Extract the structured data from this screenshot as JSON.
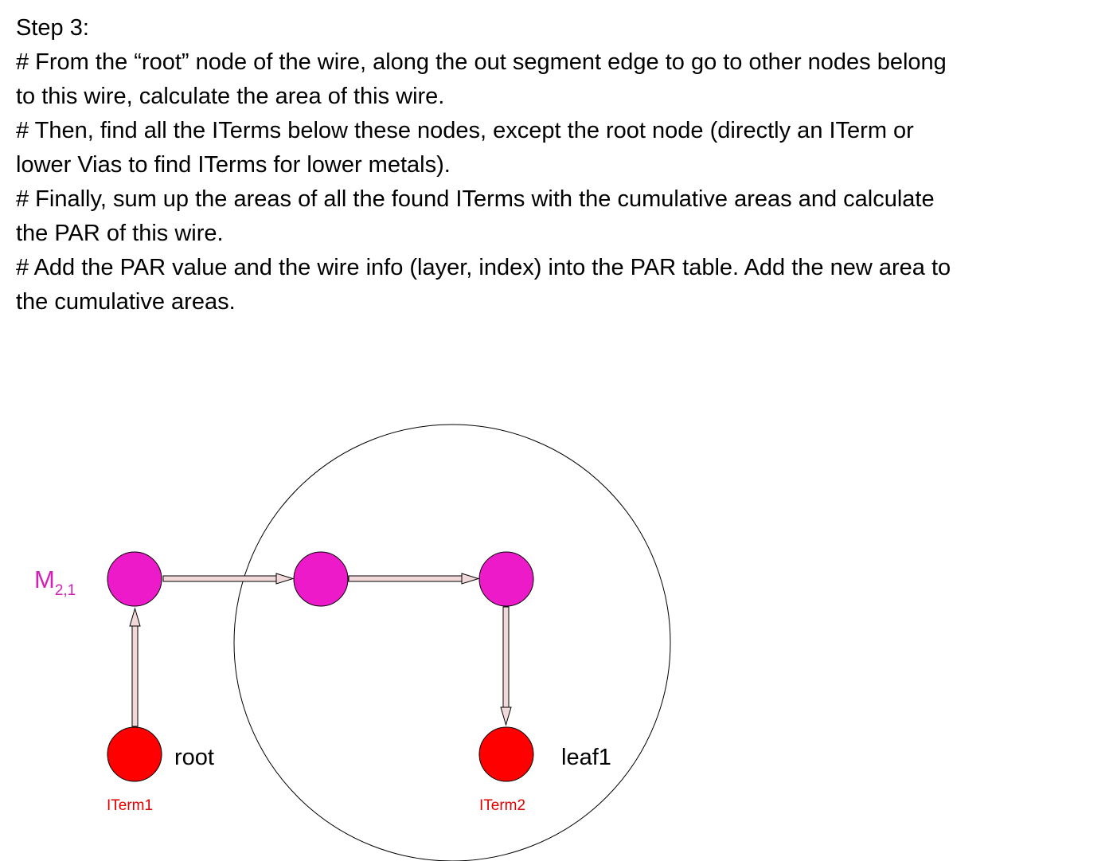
{
  "text": {
    "lines": [
      "Step 3:",
      "# From the “root” node of the wire, along the out segment edge to go to other nodes belong",
      "to this wire, calculate the area of this wire.",
      "# Then, find all the ITerms below these nodes, except the root node (directly an ITerm or",
      "lower Vias to find ITerms for lower metals).",
      "# Finally, sum up the areas of all the found ITerms with the cumulative areas and calculate",
      "the PAR of this wire.",
      "# Add the PAR value and the wire info (layer, index) into the PAR table. Add the new area to",
      "the cumulative areas."
    ]
  },
  "diagram": {
    "metal_label": {
      "base": "M",
      "subscript": "2,1"
    },
    "root_label": "root",
    "leaf_label": "leaf1",
    "iterm1_label": "ITerm1",
    "iterm2_label": "ITerm2",
    "colors": {
      "metal_node": "#ec1ac8",
      "iterm_node": "#ff0000",
      "metal_label": "#d31fb4",
      "iterm_label": "#e00000",
      "arrow_fill": "#f2d9d9",
      "outline": "#000000"
    }
  }
}
